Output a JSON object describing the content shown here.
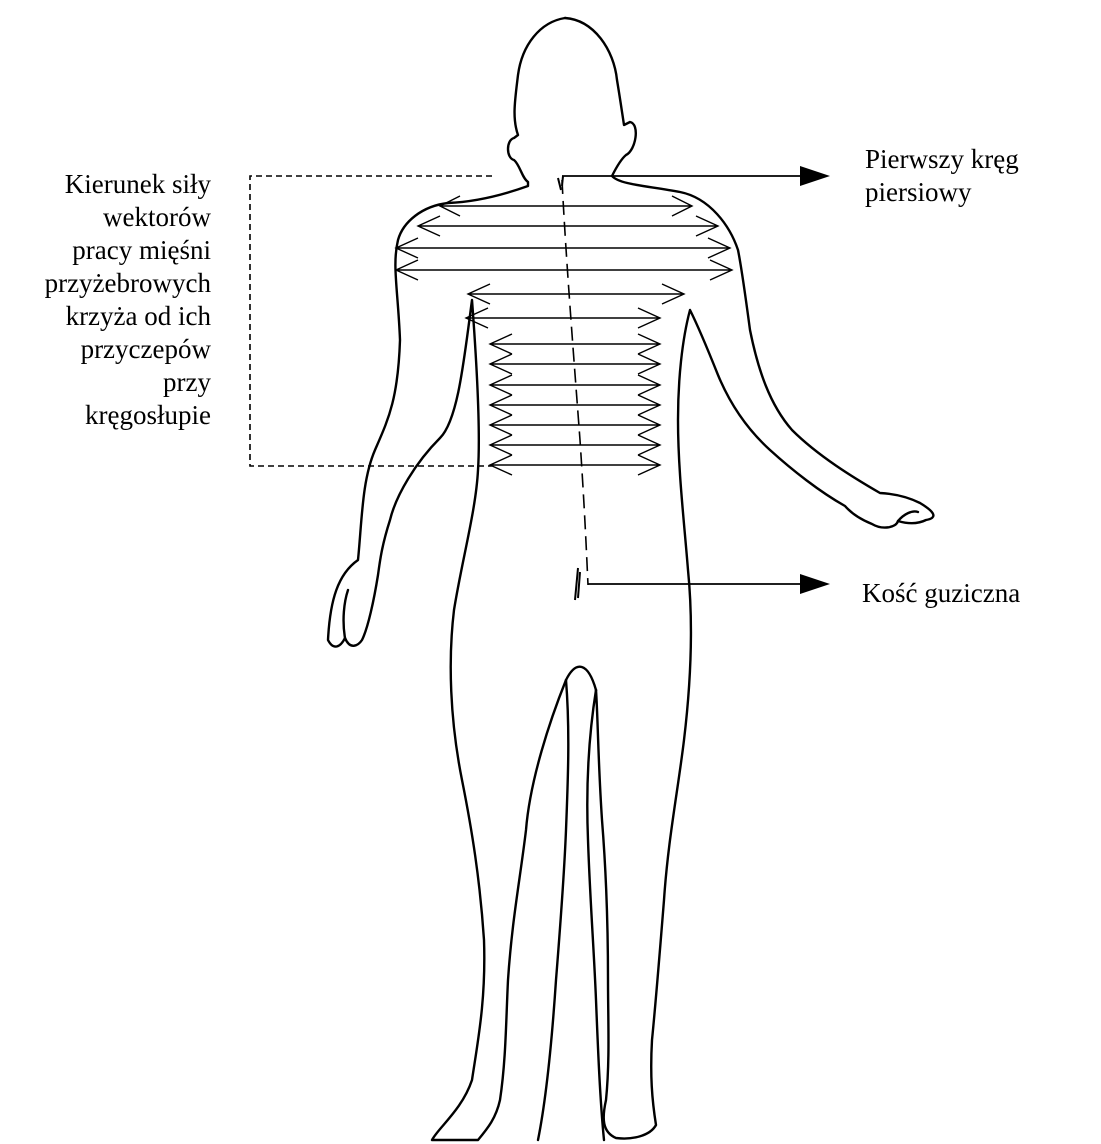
{
  "labels": {
    "muscle_vectors": [
      "Kierunek siły",
      "wektorów",
      "pracy mięśni",
      "przyżebrowych",
      "krzyża od ich",
      "przyczepów",
      "przy",
      "kręgosłupie"
    ],
    "first_thoracic": [
      "Pierwszy kręg",
      "piersiowy"
    ],
    "coccyx": "Kość guziczna"
  },
  "colors": {
    "ink": "#000000",
    "background": "#ffffff"
  }
}
